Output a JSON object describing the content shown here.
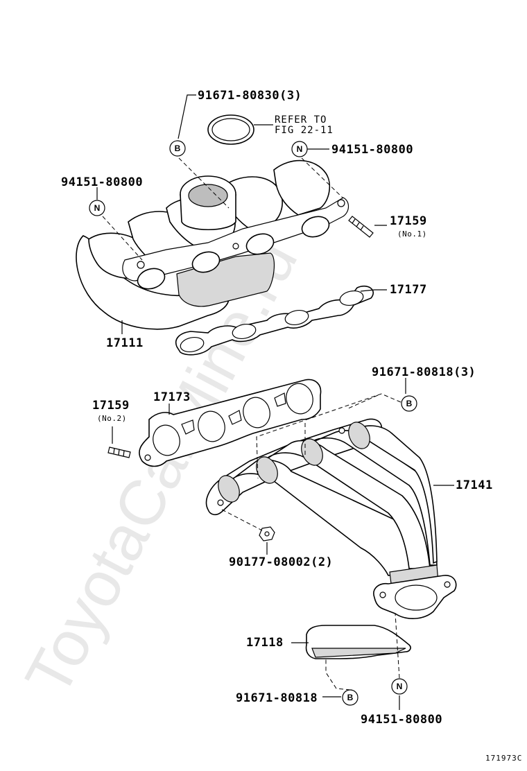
{
  "watermark": "ToyotaCarMine.ru",
  "figure_id": "171973C",
  "refer_note": {
    "line1": "REFER TO",
    "line2": "FIG 22-11"
  },
  "callouts": {
    "B": "B",
    "N": "N"
  },
  "parts": {
    "p_91671_80830": "91671-80830(3)",
    "p_94151_80800_top_right": "94151-80800",
    "p_94151_80800_top_left": "94151-80800",
    "p_17159_no1": "17159",
    "p_17159_no1_sub": "(No.1)",
    "p_17177": "17177",
    "p_17111": "17111",
    "p_91671_80818_3": "91671-80818(3)",
    "p_17159_no2": "17159",
    "p_17159_no2_sub": "(No.2)",
    "p_17173": "17173",
    "p_17141": "17141",
    "p_90177_08002": "90177-08002(2)",
    "p_17118": "17118",
    "p_91671_80818": "91671-80818",
    "p_94151_80800_bottom": "94151-80800"
  }
}
